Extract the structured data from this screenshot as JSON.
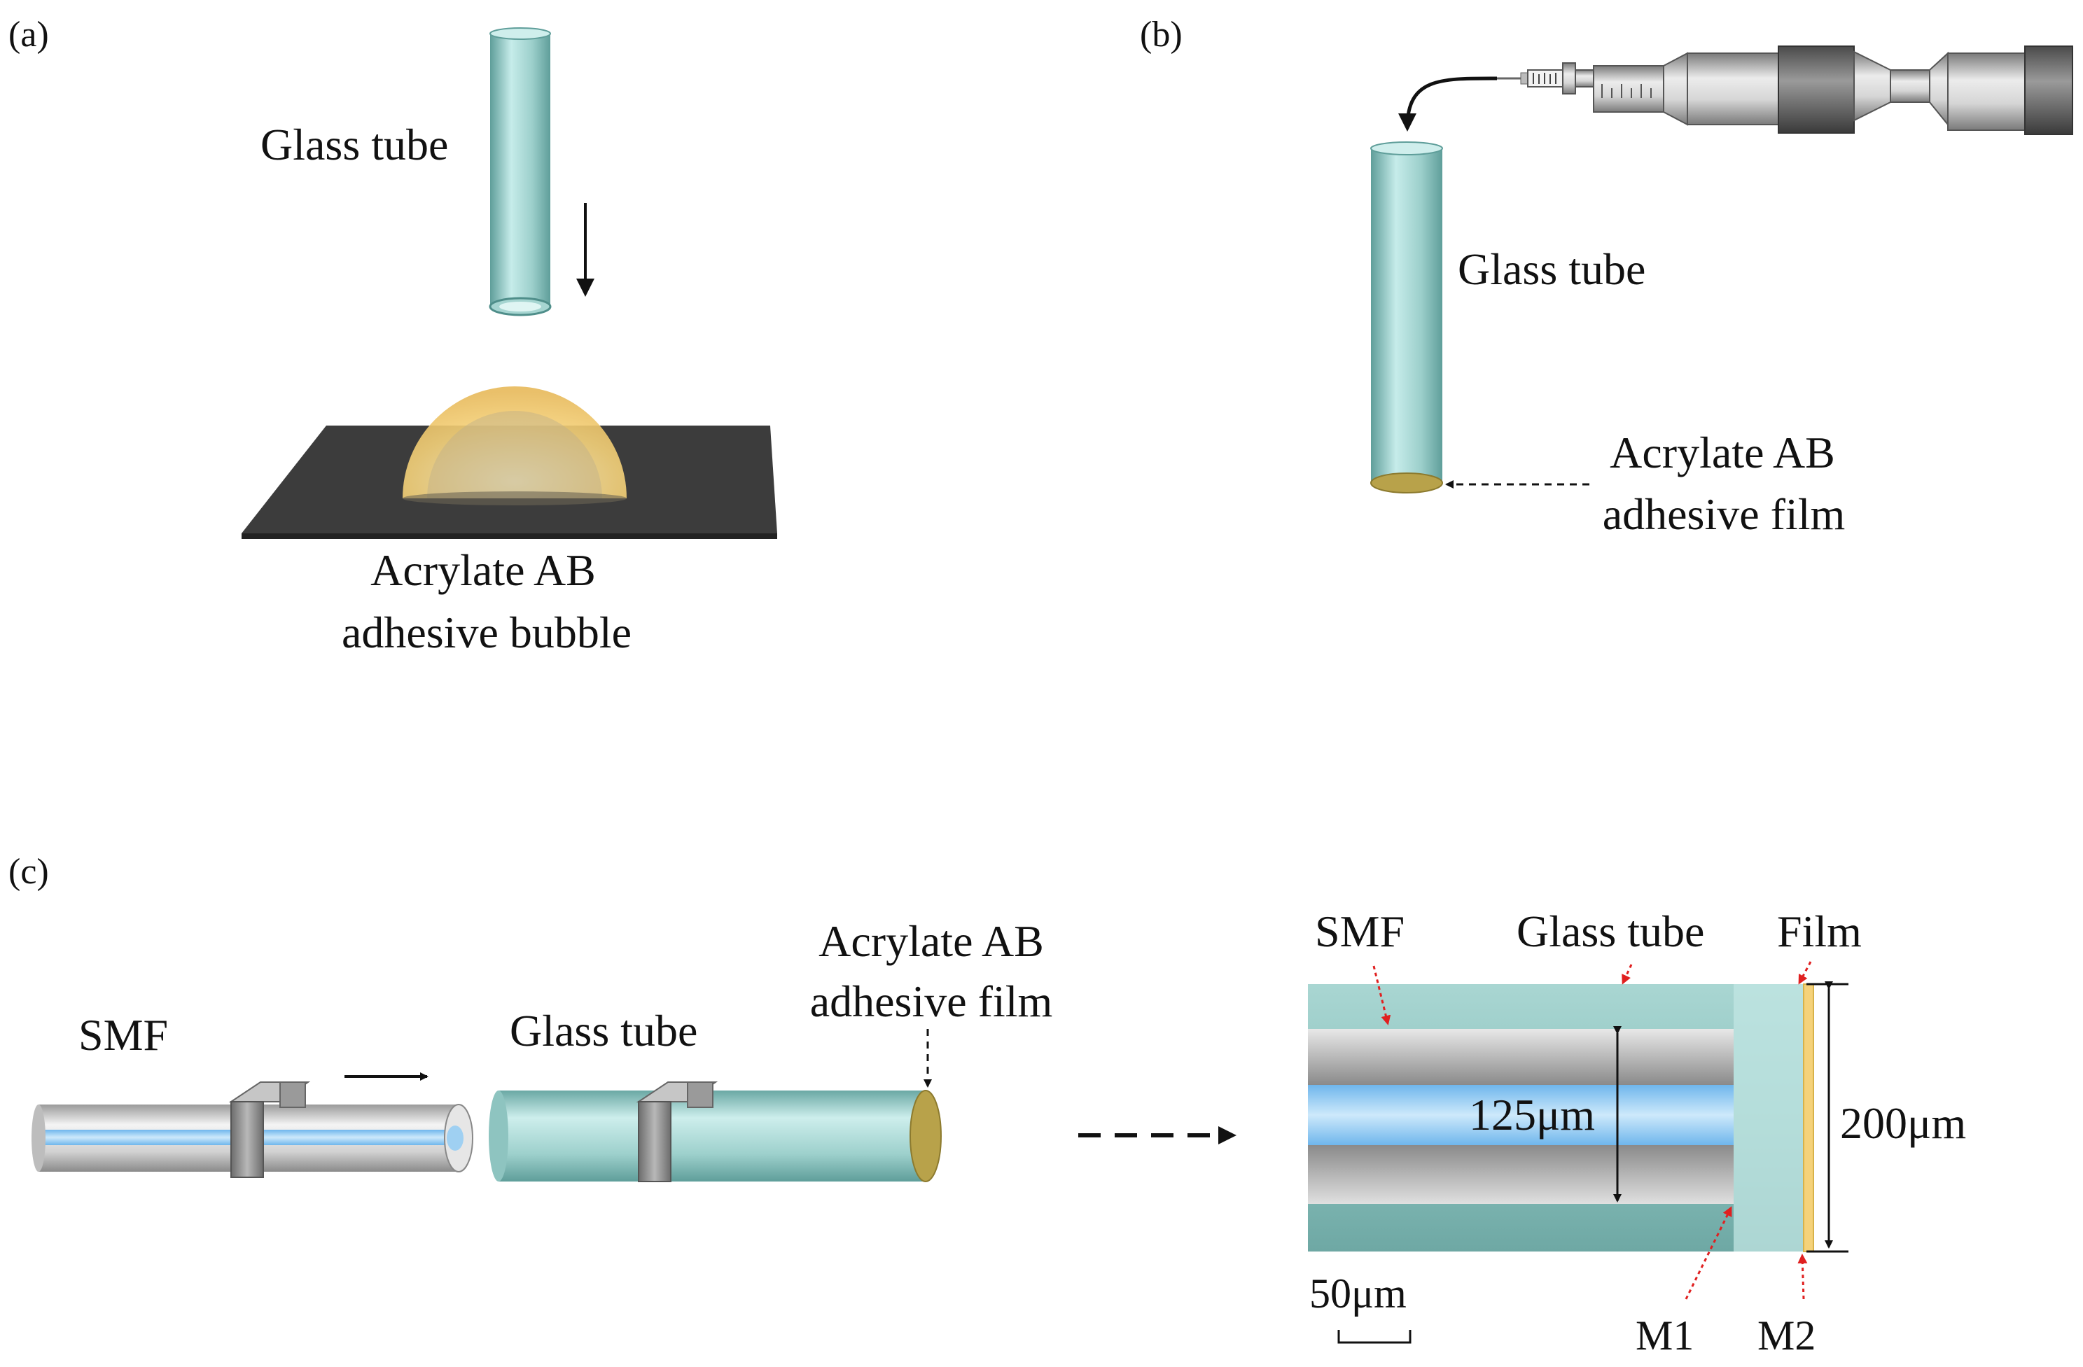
{
  "panels": {
    "a": {
      "tag": "(a)",
      "tube_label": "Glass tube",
      "bubble_label_1": "Acrylate AB",
      "bubble_label_2": "adhesive bubble"
    },
    "b": {
      "tag": "(b)",
      "tube_label": "Glass tube",
      "film_label_1": "Acrylate AB",
      "film_label_2": "adhesive film"
    },
    "c": {
      "tag": "(c)",
      "smf_label": "SMF",
      "tube_label": "Glass tube",
      "film_label_1": "Acrylate AB",
      "film_label_2": "adhesive film",
      "detail": {
        "smf": "SMF",
        "glass_tube": "Glass tube",
        "film": "Film",
        "core_dim": "125μm",
        "outer_dim": "200μm",
        "scale": "50μm",
        "m1": "M1",
        "m2": "M2"
      }
    }
  },
  "colors": {
    "glass": "#a8d8d4",
    "glass_dark": "#5f9e9a",
    "adhesive_film": "#b8a24a",
    "bubble": "#f5d27a",
    "plate": "#3a3a3a",
    "core": "#8fc8f0",
    "marker_red": "#e02020"
  }
}
